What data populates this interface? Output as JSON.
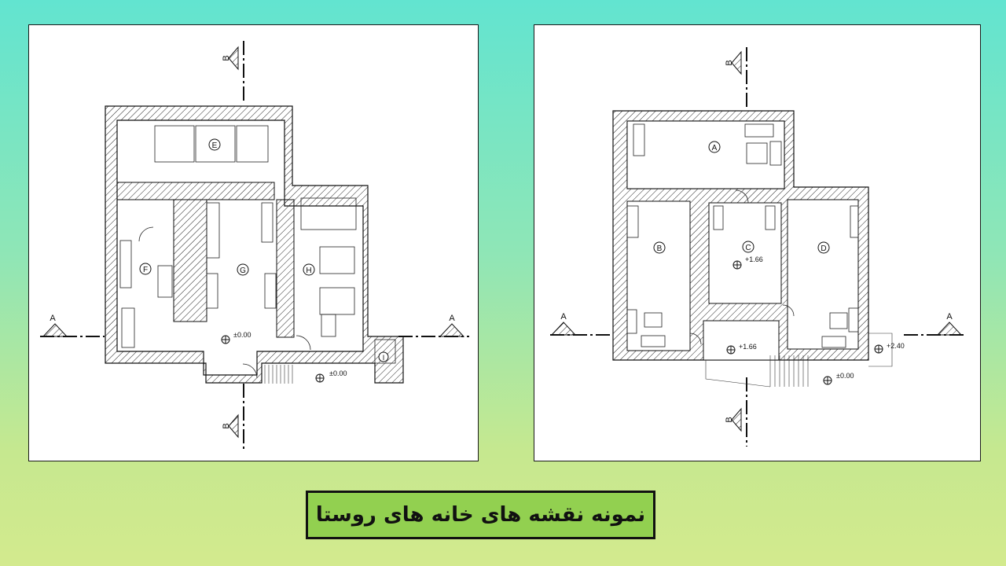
{
  "slide": {
    "caption": "نمونه نقشه های خانه های روستا"
  },
  "left_plan": {
    "section_a": "A",
    "section_b": "B",
    "rooms": {
      "E": "E",
      "F": "F",
      "G": "G",
      "H": "H",
      "I": "I"
    },
    "levels": {
      "main": "±0.00",
      "entry": "±0.00"
    }
  },
  "right_plan": {
    "section_a": "A",
    "section_b": "B",
    "rooms": {
      "A": "A",
      "B": "B",
      "C": "C",
      "D": "D"
    },
    "levels": {
      "c": "+1.66",
      "porch": "+1.66",
      "ground": "±0.00",
      "side": "+2.40"
    }
  },
  "colors": {
    "panel_bg": "#ffffff",
    "caption_bg": "#92d050",
    "line": "#111111"
  }
}
